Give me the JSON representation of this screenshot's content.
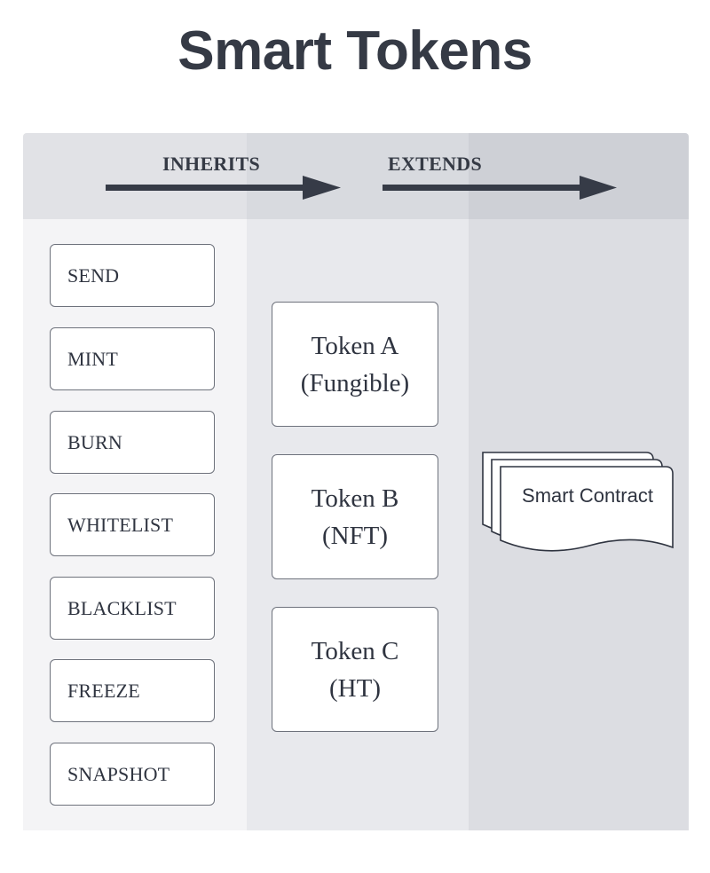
{
  "title": "Smart Tokens",
  "header": {
    "inherits_label": "INHERITS",
    "extends_label": "EXTENDS"
  },
  "capabilities": [
    "SEND",
    "MINT",
    "BURN",
    "WHITELIST",
    "BLACKLIST",
    "FREEZE",
    "SNAPSHOT"
  ],
  "tokens": [
    {
      "name": "Token A",
      "kind": "(Fungible)"
    },
    {
      "name": "Token B",
      "kind": "(NFT)"
    },
    {
      "name": "Token C",
      "kind": "(HT)"
    }
  ],
  "contract": {
    "label": "Smart Contract"
  },
  "colors": {
    "lane1": "#f4f4f6",
    "lane2": "#e8e9ed",
    "lane3": "#dcdde2",
    "arrow": "#363b47",
    "text": "#2f3440",
    "border": "#6e727c"
  }
}
